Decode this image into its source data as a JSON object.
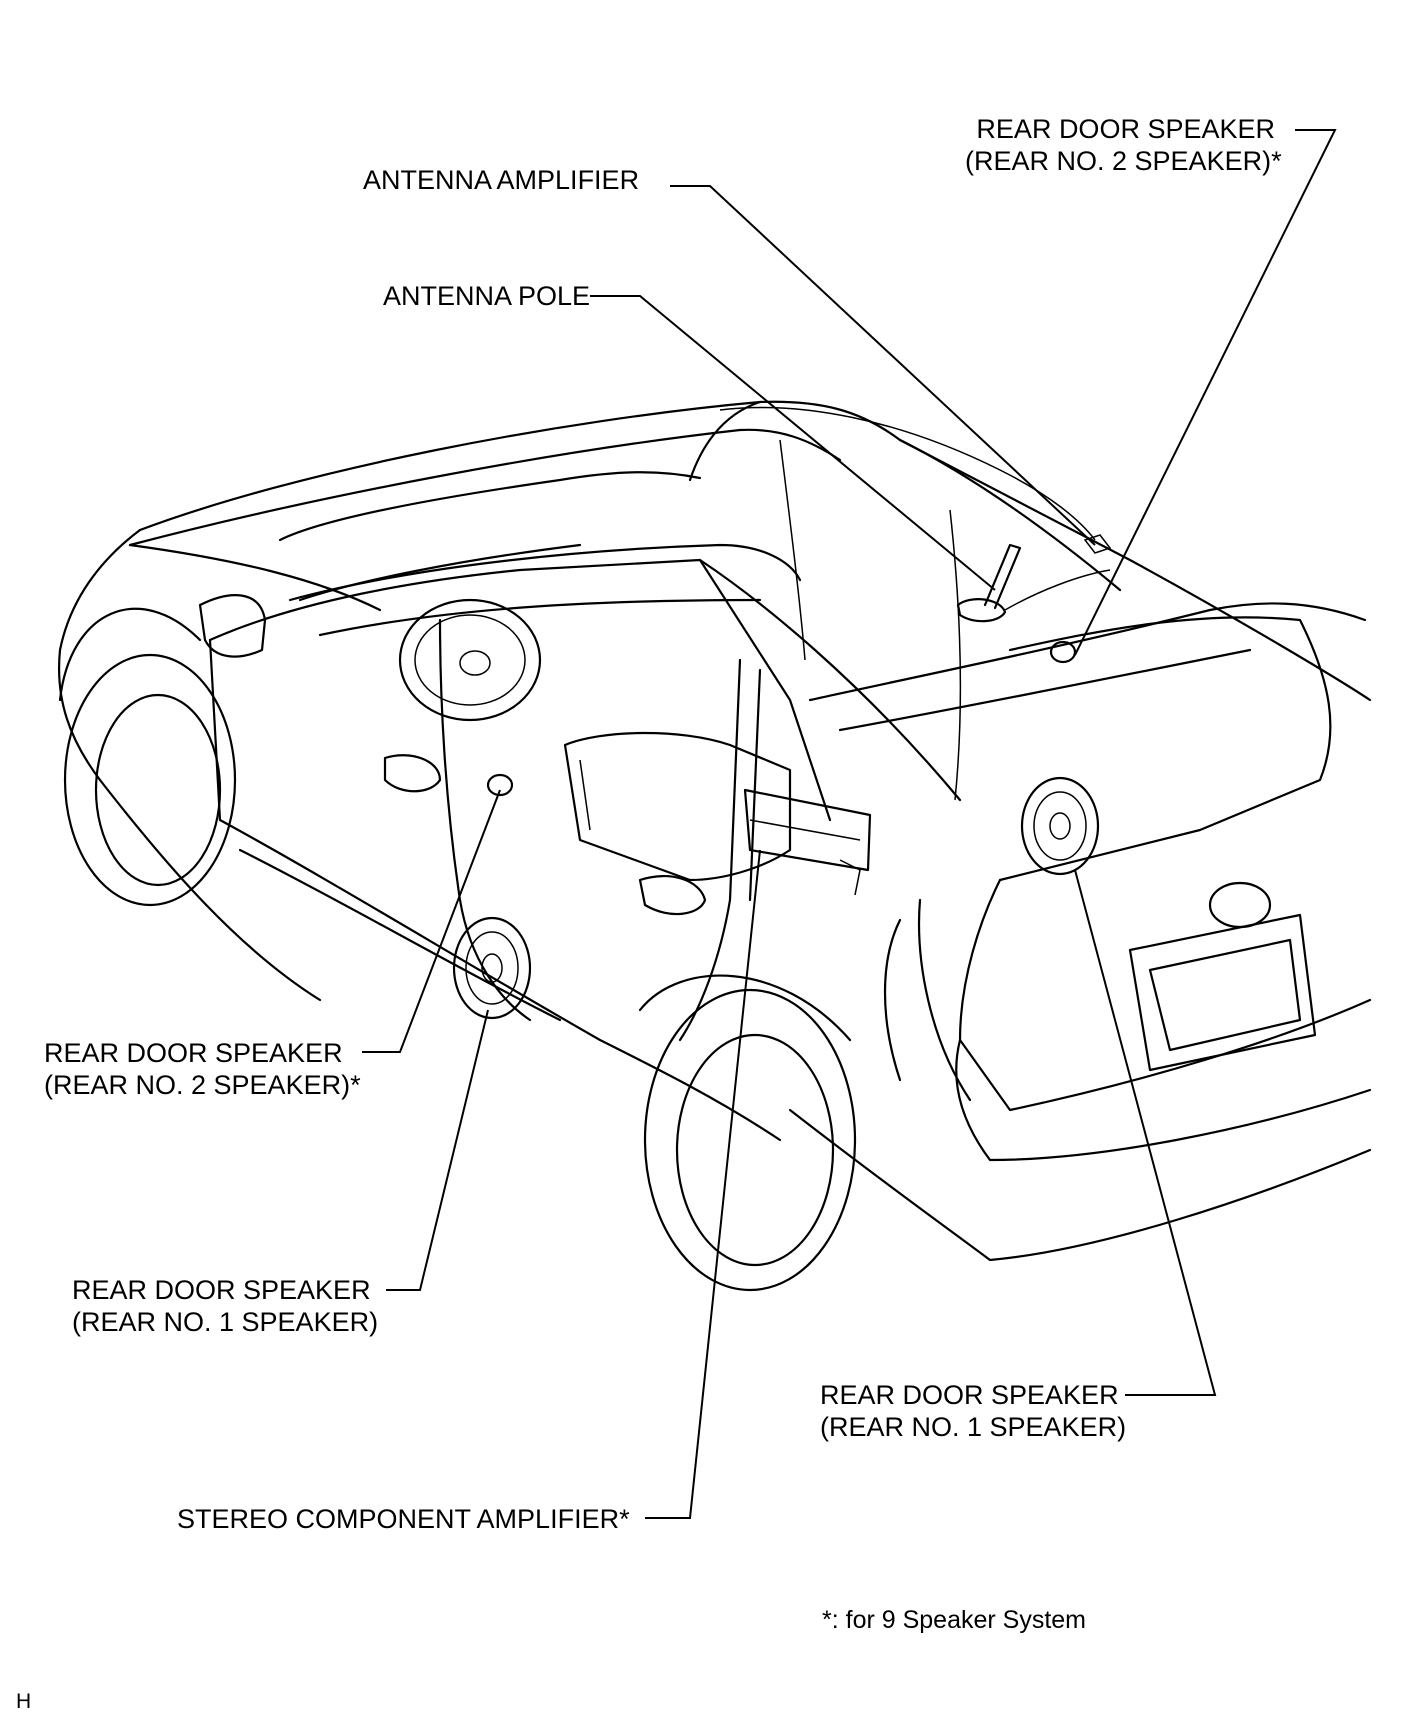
{
  "labels": {
    "rear_door_speaker_no2_right": {
      "line1": "REAR DOOR SPEAKER",
      "line2": "(REAR NO. 2 SPEAKER)*"
    },
    "antenna_amplifier": "ANTENNA AMPLIFIER",
    "antenna_pole": "ANTENNA POLE",
    "rear_door_speaker_no2_left": {
      "line1": "REAR DOOR SPEAKER",
      "line2": "(REAR NO. 2 SPEAKER)*"
    },
    "rear_door_speaker_no1_left": {
      "line1": "REAR DOOR SPEAKER",
      "line2": "(REAR NO. 1 SPEAKER)"
    },
    "rear_door_speaker_no1_right": {
      "line1": "REAR DOOR SPEAKER",
      "line2": "(REAR NO. 1 SPEAKER)"
    },
    "stereo_component_amplifier": "STEREO COMPONENT AMPLIFIER*"
  },
  "footnote": "*: for 9 Speaker System",
  "corner_code": "H"
}
